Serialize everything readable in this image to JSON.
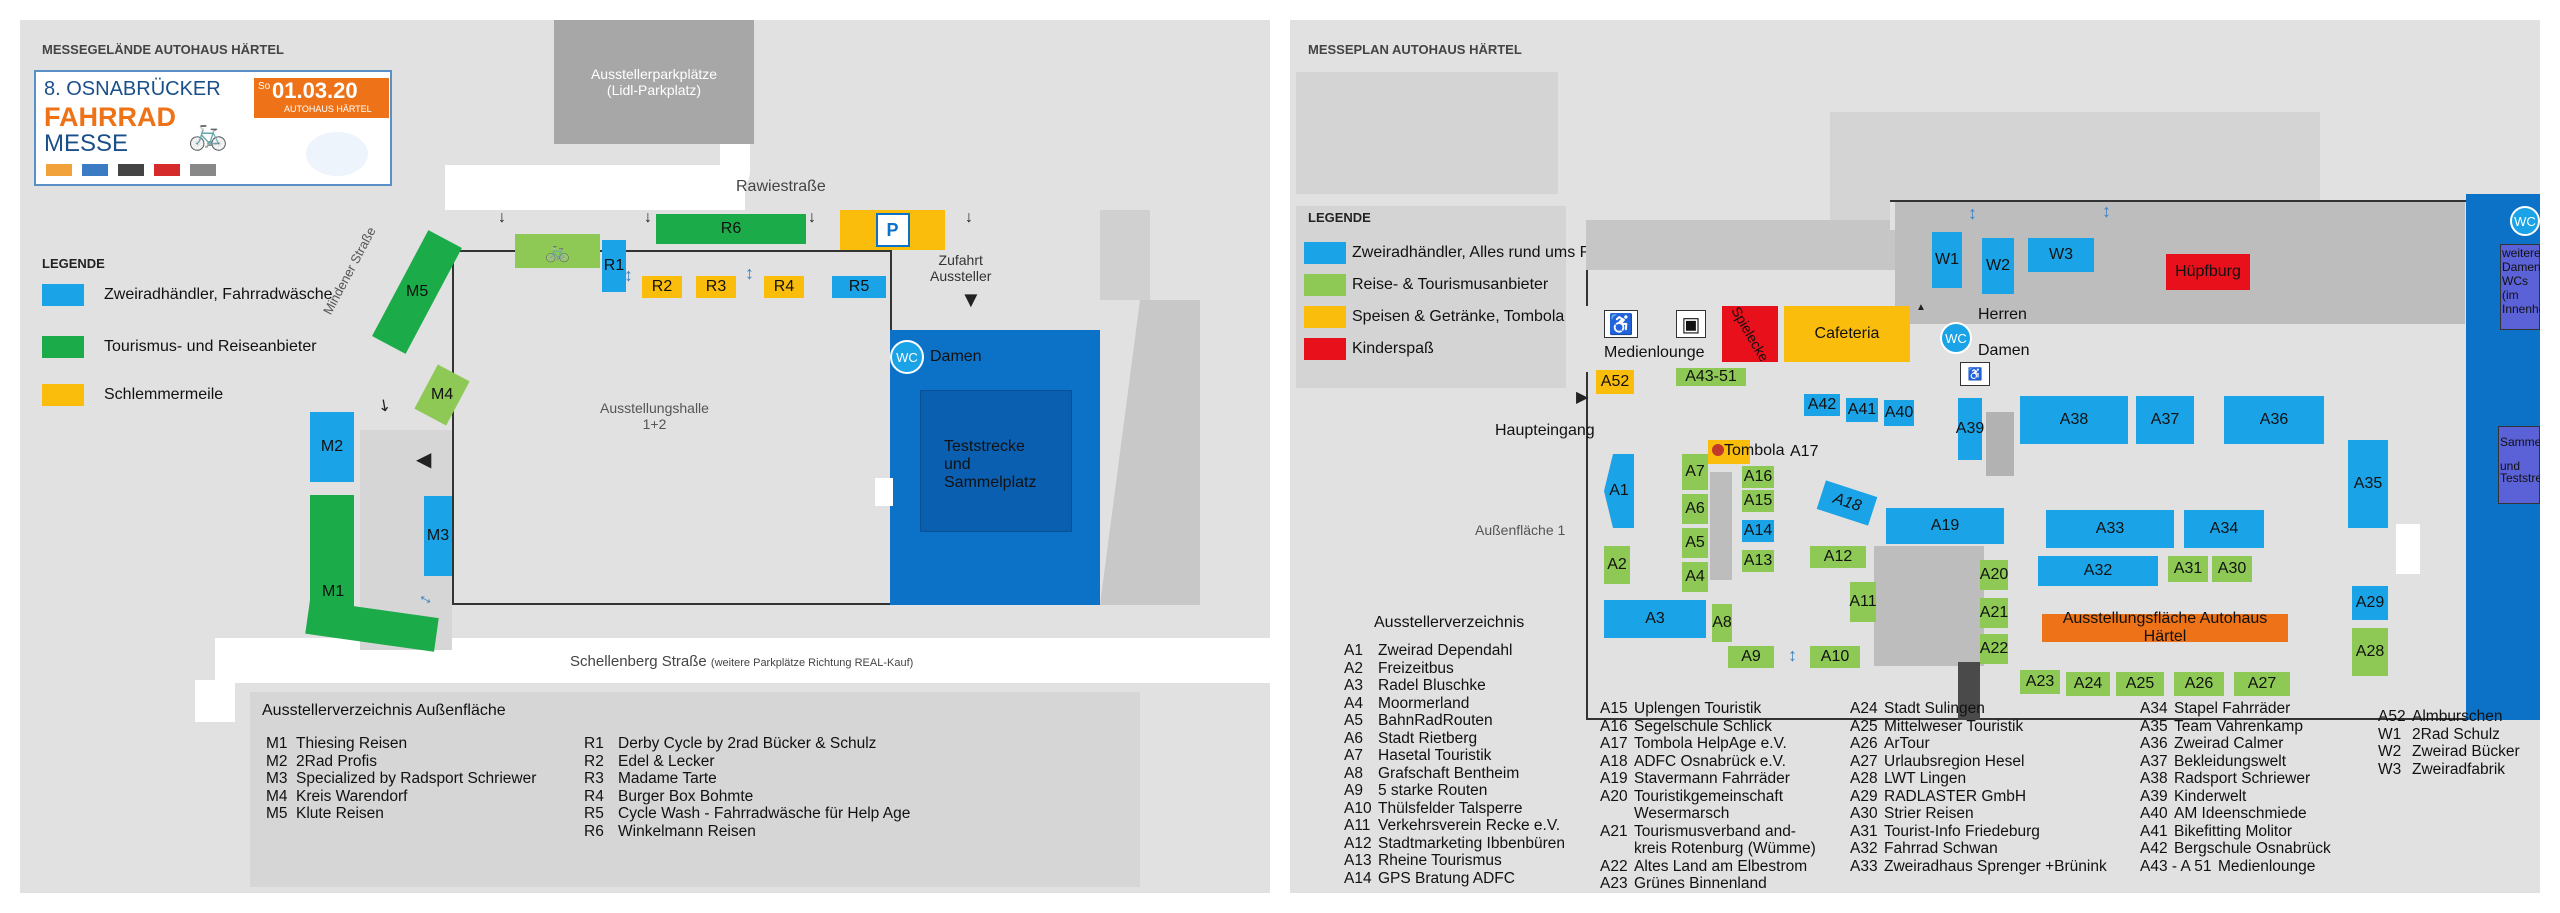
{
  "left": {
    "title": "MESSEGELÄNDE AUTOHAUS HÄRTEL",
    "banner": {
      "line1": "8. OSNABRÜCKER",
      "line2": "FAHRRAD",
      "line3": "MESSE",
      "date_day": "So",
      "date": "01.03.20",
      "date_sub": "AUTOHAUS HÄRTEL"
    },
    "legend_title": "LEGENDE",
    "legend": [
      {
        "label": "Zweiradhändler, Fahrradwäsche",
        "color": "#1aa3e6"
      },
      {
        "label": "Tourismus- und Reiseanbieter",
        "color": "#1bab48"
      },
      {
        "label": "Schlemmermeile",
        "color": "#fbbd0c"
      }
    ],
    "parking": "Ausstellerparkplätze\n(Lidl-Parkplatz)",
    "street_top": "Rawiestraße",
    "street_left": "Mindener Straße",
    "street_bottom": "Schellenberg Straße",
    "street_bottom_note": "(weitere Parkplätze Richtung REAL-Kauf)",
    "exit_label": "Zufahrt\nAussteller",
    "hall_label": "Ausstellungshalle\n1+2",
    "wc_label": "WC",
    "damen": "Damen",
    "teststrecke": "Teststrecke\nund\nSammelplatz",
    "stands": {
      "M1": "M1",
      "M2": "M2",
      "M3": "M3",
      "M4": "M4",
      "M5": "M5",
      "R1": "R1",
      "R2": "R2",
      "R3": "R3",
      "R4": "R4",
      "R5": "R5",
      "R6": "R6"
    },
    "directory_title": "Ausstellerverzeichnis Außenfläche",
    "directory_m": [
      {
        "code": "M1",
        "name": "Thiesing Reisen"
      },
      {
        "code": "M2",
        "name": "2Rad Profis"
      },
      {
        "code": "M3",
        "name": "Specialized by Radsport Schriewer"
      },
      {
        "code": "M4",
        "name": "Kreis Warendorf"
      },
      {
        "code": "M5",
        "name": "Klute Reisen"
      }
    ],
    "directory_r": [
      {
        "code": "R1",
        "name": "Derby Cycle by 2rad Bücker & Schulz"
      },
      {
        "code": "R2",
        "name": "Edel & Lecker"
      },
      {
        "code": "R3",
        "name": "Madame Tarte"
      },
      {
        "code": "R4",
        "name": "Burger Box Bohmte"
      },
      {
        "code": "R5",
        "name": "Cycle Wash - Fahrradwäsche für Help Age"
      },
      {
        "code": "R6",
        "name": "Winkelmann Reisen"
      }
    ]
  },
  "right": {
    "title": "MESSEPLAN AUTOHAUS HÄRTEL",
    "legend_title": "LEGENDE",
    "legend": [
      {
        "label": "Zweiradhändler, Alles rund ums Rad",
        "color": "#1aa3e6"
      },
      {
        "label": "Reise- & Tourismusanbieter",
        "color": "#8dc954"
      },
      {
        "label": "Speisen & Getränke, Tombola",
        "color": "#fbbd0c"
      },
      {
        "label": "Kinderspaß",
        "color": "#e8101b"
      }
    ],
    "medienlounge": "Medienlounge",
    "spielecke": "Spielecke",
    "cafeteria": "Cafeteria",
    "herren": "Herren",
    "damen": "Damen",
    "wc_label": "WC",
    "huepfburg": "Hüpfburg",
    "haupteingang": "Haupteingang",
    "tombola": "Tombola",
    "aussenflaeche": "Außenfläche 1",
    "ausstellungsflaeche": "Ausstellungsfläche Autohaus Härtel",
    "weitere_wcs": "weitere\nDamen\nWCs\n(im Innenhof)",
    "sammelplatz": "Sammelplatz\n\nund Teststrecke",
    "stands": {
      "A1": "A1",
      "A2": "A2",
      "A3": "A3",
      "A4": "A4",
      "A5": "A5",
      "A6": "A6",
      "A7": "A7",
      "A8": "A8",
      "A9": "A9",
      "A10": "A10",
      "A11": "A11",
      "A12": "A12",
      "A13": "A13",
      "A14": "A14",
      "A15": "A15",
      "A16": "A16",
      "A17": "A17",
      "A18": "A18",
      "A19": "A19",
      "A20": "A20",
      "A21": "A21",
      "A22": "A22",
      "A23": "A23",
      "A24": "A24",
      "A25": "A25",
      "A26": "A26",
      "A27": "A27",
      "A28": "A28",
      "A29": "A29",
      "A30": "A30",
      "A31": "A31",
      "A32": "A32",
      "A33": "A33",
      "A34": "A34",
      "A35": "A35",
      "A36": "A36",
      "A37": "A37",
      "A38": "A38",
      "A39": "A39",
      "A40": "A40",
      "A41": "A41",
      "A42": "A42",
      "A43_51": "A43-51",
      "A52": "A52",
      "W1": "W1",
      "W2": "W2",
      "W3": "W3"
    },
    "directory_title": "Ausstellerverzeichnis",
    "dir_col1": [
      {
        "code": "A1",
        "name": "Zweirad Dependahl"
      },
      {
        "code": "A2",
        "name": "Freizeitbus"
      },
      {
        "code": "A3",
        "name": "Radel Bluschke"
      },
      {
        "code": "A4",
        "name": "Moormerland"
      },
      {
        "code": "A5",
        "name": "BahnRadRouten"
      },
      {
        "code": "A6",
        "name": "Stadt Rietberg"
      },
      {
        "code": "A7",
        "name": "Hasetal Touristik"
      },
      {
        "code": "A8",
        "name": "Grafschaft Bentheim"
      },
      {
        "code": "A9",
        "name": "5 starke Routen"
      },
      {
        "code": "A10",
        "name": "Thülsfelder Talsperre"
      },
      {
        "code": "A11",
        "name": "Verkehrsverein Recke e.V."
      },
      {
        "code": "A12",
        "name": "Stadtmarketing Ibbenbüren"
      },
      {
        "code": "A13",
        "name": "Rheine Tourismus"
      },
      {
        "code": "A14",
        "name": "GPS Bratung ADFC"
      }
    ],
    "dir_col2": [
      {
        "code": "A15",
        "name": "Uplengen Touristik"
      },
      {
        "code": "A16",
        "name": "Segelschule Schlick"
      },
      {
        "code": "A17",
        "name": "Tombola HelpAge e.V."
      },
      {
        "code": "A18",
        "name": "ADFC Osnabrück e.V."
      },
      {
        "code": "A19",
        "name": "Stavermann Fahrräder"
      },
      {
        "code": "A20",
        "name": "Touristikgemeinschaft"
      },
      {
        "code": "",
        "name": "Wesermarsch"
      },
      {
        "code": "A21",
        "name": "Tourismusverband and-"
      },
      {
        "code": "",
        "name": "kreis Rotenburg (Wümme)"
      },
      {
        "code": "A22",
        "name": "Altes Land am Elbestrom"
      },
      {
        "code": "A23",
        "name": "Grünes Binnenland"
      }
    ],
    "dir_col3": [
      {
        "code": "A24",
        "name": "Stadt Sulingen"
      },
      {
        "code": "A25",
        "name": "Mittelweser Touristik"
      },
      {
        "code": "A26",
        "name": "ArTour"
      },
      {
        "code": "A27",
        "name": "Urlaubsregion Hesel"
      },
      {
        "code": "A28",
        "name": "LWT Lingen"
      },
      {
        "code": "A29",
        "name": "RADLASTER GmbH"
      },
      {
        "code": "A30",
        "name": "Strier Reisen"
      },
      {
        "code": "A31",
        "name": "Tourist-Info Friedeburg"
      },
      {
        "code": "A32",
        "name": "Fahrrad Schwan"
      },
      {
        "code": "A33",
        "name": "Zweiradhaus Sprenger +Brünink"
      }
    ],
    "dir_col4": [
      {
        "code": "A34",
        "name": "Stapel Fahrräder"
      },
      {
        "code": "A35",
        "name": "Team Vahrenkamp"
      },
      {
        "code": "A36",
        "name": "Zweirad Calmer"
      },
      {
        "code": "A37",
        "name": "Bekleidungswelt"
      },
      {
        "code": "A38",
        "name": "Radsport Schriewer"
      },
      {
        "code": "A39",
        "name": "Kinderwelt"
      },
      {
        "code": "A40",
        "name": "AM Ideenschmiede"
      },
      {
        "code": "A41",
        "name": "Bikefitting Molitor"
      },
      {
        "code": "A42",
        "name": "Bergschule Osnabrück"
      },
      {
        "code": "A43 - A 51",
        "name": "Medienlounge"
      }
    ],
    "dir_col5": [
      {
        "code": "A52",
        "name": "Almburschen"
      },
      {
        "code": "",
        "name": ""
      },
      {
        "code": "W1",
        "name": "2Rad Schulz"
      },
      {
        "code": "W2",
        "name": "Zweirad Bücker"
      },
      {
        "code": "W3",
        "name": "Zweiradfabrik"
      }
    ]
  }
}
